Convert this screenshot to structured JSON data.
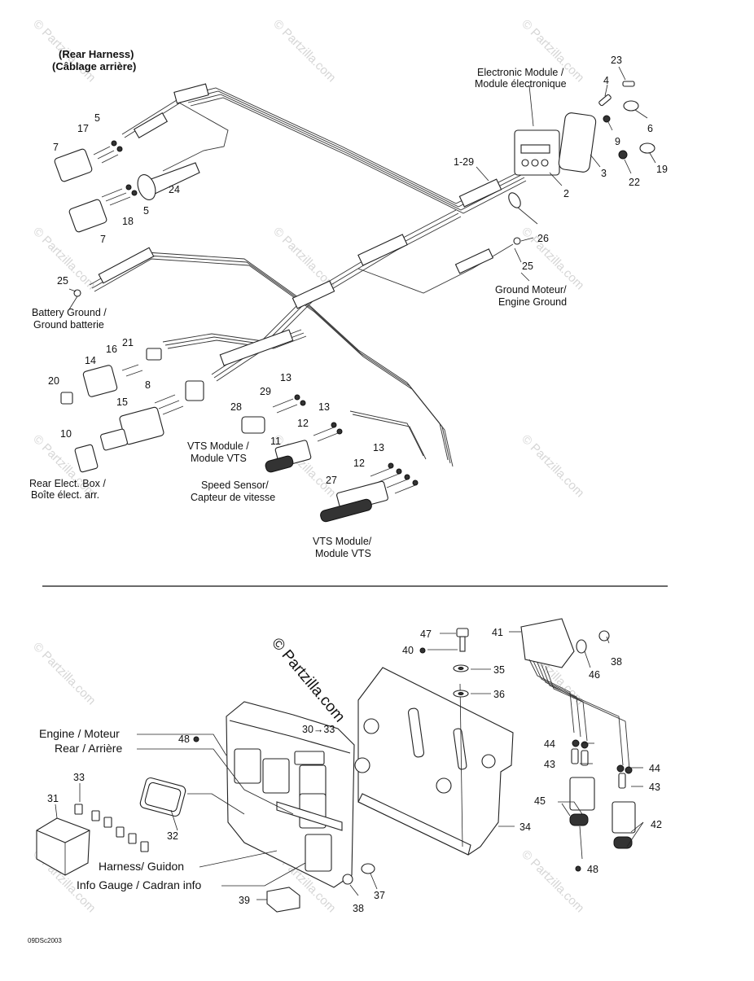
{
  "header": {
    "title_line1": "(Rear Harness)",
    "title_line2": "(Câblage arrière)"
  },
  "watermark": {
    "text": "© Partzilla.com"
  },
  "top_callouts": {
    "electronic_module_1": "Electronic Module /",
    "electronic_module_2": "Module électronique",
    "battery_ground_1": "Battery Ground /",
    "battery_ground_2": "Ground batterie",
    "engine_ground_1": "Ground Moteur/",
    "engine_ground_2": "Engine Ground",
    "rear_elect_box_1": "Rear Elect. Box /",
    "rear_elect_box_2": "Boîte élect. arr.",
    "vts_module_a_1": "VTS Module /",
    "vts_module_a_2": "Module VTS",
    "speed_sensor_1": "Speed Sensor/",
    "speed_sensor_2": "Capteur de vitesse",
    "vts_module_b_1": "VTS Module/",
    "vts_module_b_2": "Module VTS"
  },
  "top_parts": {
    "p23": "23",
    "p4": "4",
    "p6": "6",
    "p9": "9",
    "p19": "19",
    "p22": "22",
    "p3": "3",
    "p2": "2",
    "p1_29": "1-29",
    "p26": "26",
    "p25_right": "25",
    "p5_top": "5",
    "p17": "17",
    "p7_top": "7",
    "p24": "24",
    "p5_bottom": "5",
    "p18": "18",
    "p7_bottom": "7",
    "p25_left": "25",
    "p21": "21",
    "p16": "16",
    "p14": "14",
    "p20": "20",
    "p8": "8",
    "p15": "15",
    "p10": "10",
    "p13_a": "13",
    "p29": "29",
    "p28": "28",
    "p13_b": "13",
    "p12_a": "12",
    "p11": "11",
    "p13_c": "13",
    "p12_b": "12",
    "p27": "27"
  },
  "bottom_callouts": {
    "engine": "Engine / Moteur",
    "rear": "Rear / Arrière",
    "harness": "Harness/ Guidon",
    "info_gauge": "Info Gauge / Cadran info",
    "range_30_33": "30→33"
  },
  "bottom_parts": {
    "p47": "47",
    "p40": "40",
    "p35": "35",
    "p36": "36",
    "p41": "41",
    "p38_top": "38",
    "p46": "46",
    "p48_top": "48",
    "p33": "33",
    "p31": "31",
    "p32": "32",
    "p34": "34",
    "p44_a": "44",
    "p43_a": "43",
    "p44_b": "44",
    "p43_b": "43",
    "p45": "45",
    "p42": "42",
    "p48_bottom": "48",
    "p37": "37",
    "p38_bottom": "38",
    "p39": "39"
  },
  "footer": {
    "code": "09DSc2003"
  }
}
